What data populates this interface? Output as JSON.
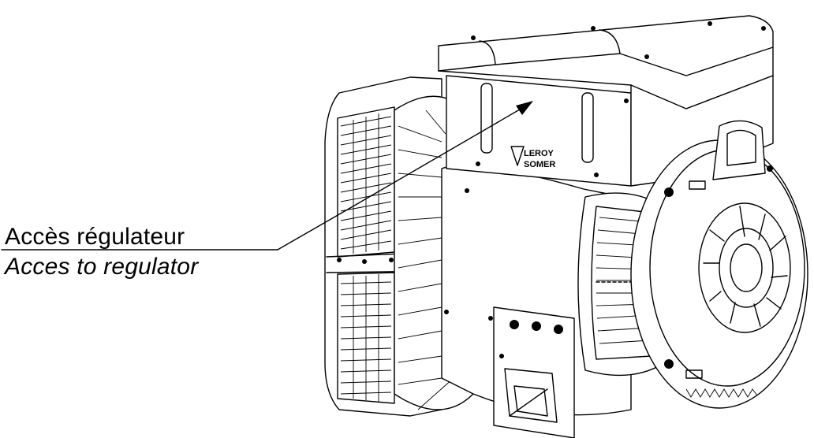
{
  "callout": {
    "label_fr": "Accès régulateur",
    "label_en": "Acces to regulator"
  },
  "logo": {
    "line1": "LEROY",
    "line2": "SOMER"
  },
  "colors": {
    "ink": "#000000",
    "paper": "#ffffff"
  }
}
